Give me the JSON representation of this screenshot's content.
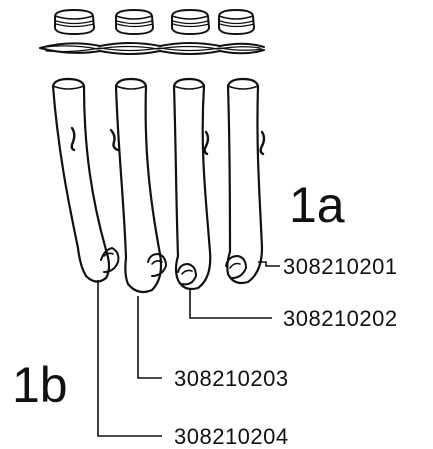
{
  "diagram": {
    "group_labels": {
      "top": "1a",
      "bottom": "1b"
    },
    "part_numbers": [
      "308210201",
      "308210202",
      "308210203",
      "308210204"
    ]
  }
}
